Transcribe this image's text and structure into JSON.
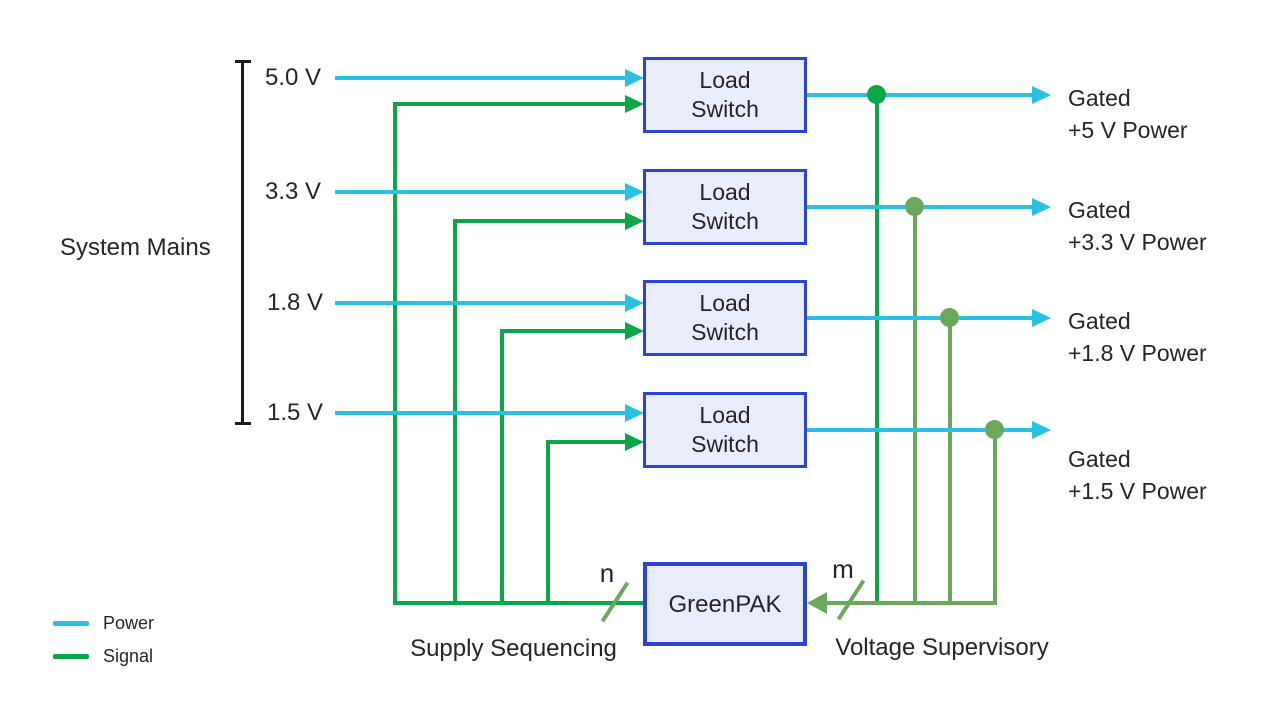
{
  "colors": {
    "power_line": "#2bbfe3",
    "signal_line": "#0ca649",
    "supervisory_line": "#6aa85c",
    "block_border": "#2b43d7",
    "block_fill": "#e9ecfb",
    "text": "#26242a"
  },
  "diagram": {
    "source_label": "System Mains",
    "rows": [
      {
        "rail": "5.0 V",
        "block_line1": "Load",
        "block_line2": "Switch",
        "out_line1": "Gated",
        "out_line2": "+5 V Power"
      },
      {
        "rail": "3.3 V",
        "block_line1": "Load",
        "block_line2": "Switch",
        "out_line1": "Gated",
        "out_line2": "+3.3 V Power"
      },
      {
        "rail": "1.8 V",
        "block_line1": "Load",
        "block_line2": "Switch",
        "out_line1": "Gated",
        "out_line2": "+1.8 V Power"
      },
      {
        "rail": "1.5 V",
        "block_line1": "Load",
        "block_line2": "Switch",
        "out_line1": "Gated",
        "out_line2": "+1.5 V Power"
      }
    ],
    "controller": {
      "label": "GreenPAK",
      "input_bus_width_label": "n",
      "feedback_bus_width_label": "m",
      "input_caption": "Supply Sequencing",
      "feedback_caption": "Voltage Supervisory"
    }
  },
  "legend": {
    "items": [
      {
        "label": "Power"
      },
      {
        "label": "Signal"
      }
    ]
  }
}
